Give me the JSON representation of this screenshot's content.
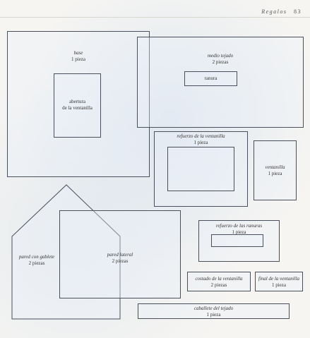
{
  "header": {
    "title": "Regalos",
    "page": "83"
  },
  "pieces": {
    "base": {
      "name": "base",
      "qty": "1 pieza"
    },
    "abertura": {
      "line1": "abertura",
      "line2": "de la ventanilla"
    },
    "medio_tejado": {
      "name": "medio tejado",
      "qty": "2 piezas"
    },
    "ranura": {
      "name": "ranura"
    },
    "refuerzo_ventanilla": {
      "name": "refuerzo de la ventanilla",
      "qty": "1 pieza"
    },
    "ventanilla": {
      "name": "ventanilla",
      "qty": "1 pieza"
    },
    "pared_gablete": {
      "name": "pared con gablete",
      "qty": "2 piezas"
    },
    "pared_lateral": {
      "name": "pared lateral",
      "qty": "2 piezas"
    },
    "refuerzo_ranuras": {
      "name": "refuerzo de las ranuras",
      "qty": "1 pieza"
    },
    "costado_ventanilla": {
      "name": "costado de la ventanilla",
      "qty": "2 piezas"
    },
    "final_ventanilla": {
      "name": "final de la ventanilla",
      "qty": "1 pieza"
    },
    "caballete": {
      "name": "caballete del tejado",
      "qty": "1 pieza"
    }
  }
}
